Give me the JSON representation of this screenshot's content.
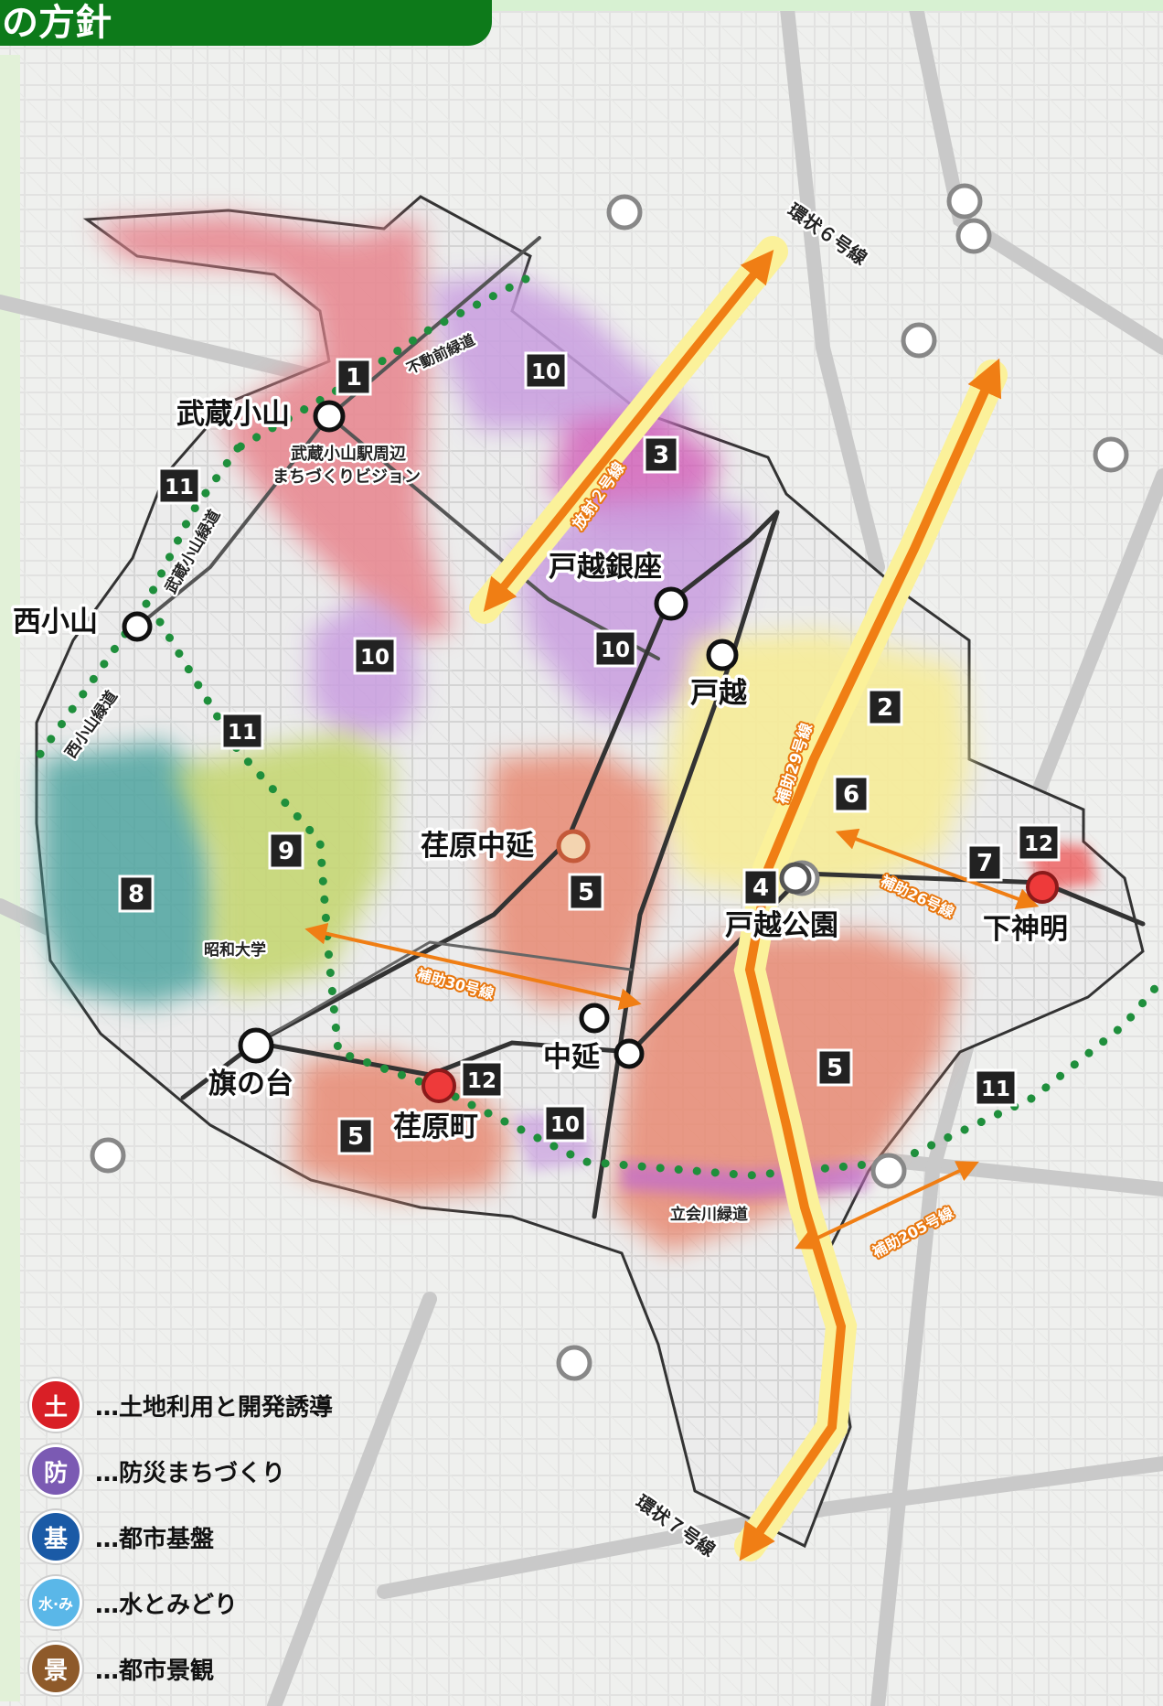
{
  "header": {
    "title": "の方針"
  },
  "colors": {
    "accent_green": "#0d7a1a",
    "zone_red": "#e88a93",
    "zone_purple": "#c99ee0",
    "zone_magenta": "#d25db8",
    "zone_salmon": "#e8907a",
    "zone_yellow": "#f6ec9c",
    "zone_teal": "#4fa5a0",
    "zone_lime": "#c6d774",
    "road_orange": "#f07e14",
    "greenway": "#1f8f3c"
  },
  "stations": [
    {
      "id": "musashikoyama",
      "label": "武蔵小山"
    },
    {
      "id": "nishikoyama",
      "label": "西小山"
    },
    {
      "id": "togoshiginza",
      "label": "戸越銀座"
    },
    {
      "id": "togoshi",
      "label": "戸越"
    },
    {
      "id": "ebaranakanobu",
      "label": "荏原中延"
    },
    {
      "id": "togoshikoen",
      "label": "戸越公園"
    },
    {
      "id": "shimoshinmei",
      "label": "下神明"
    },
    {
      "id": "hatanodai",
      "label": "旗の台"
    },
    {
      "id": "nakanobu",
      "label": "中延"
    },
    {
      "id": "ebaramachi",
      "label": "荏原町"
    }
  ],
  "place_labels": {
    "vision": "武蔵小山駅周辺\nまちづくりビジョン",
    "showa": "昭和大学",
    "kanjo6": "環状６号線",
    "kanjo7": "環状７号線",
    "hojo26": "補助26号線",
    "hojo29": "補助29号線",
    "hojo30": "補助30号線",
    "hojo205": "補助205号線",
    "hoshasen2": "放射２号線",
    "fudomae": "不動前緑道",
    "koyama_ryokudo": "武蔵小山緑道",
    "nishikoyama_ryokudo": "西小山緑道",
    "tachiai": "立会川緑道"
  },
  "zone_numbers": [
    "1",
    "2",
    "3",
    "4",
    "5",
    "5",
    "5",
    "6",
    "7",
    "8",
    "9",
    "10",
    "10",
    "10",
    "10",
    "11",
    "11",
    "11",
    "12",
    "12"
  ],
  "legend": [
    {
      "icon": "土",
      "text": "…土地利用と開発誘導",
      "color": "#d91f26"
    },
    {
      "icon": "防",
      "text": "…防災まちづくり",
      "color": "#7b5ab3"
    },
    {
      "icon": "基",
      "text": "…都市基盤",
      "color": "#1a5aa6"
    },
    {
      "icon": "水·み",
      "text": "…水とみどり",
      "color": "#5ab7e8"
    },
    {
      "icon": "景",
      "text": "…都市景観",
      "color": "#8e5a2a"
    }
  ]
}
